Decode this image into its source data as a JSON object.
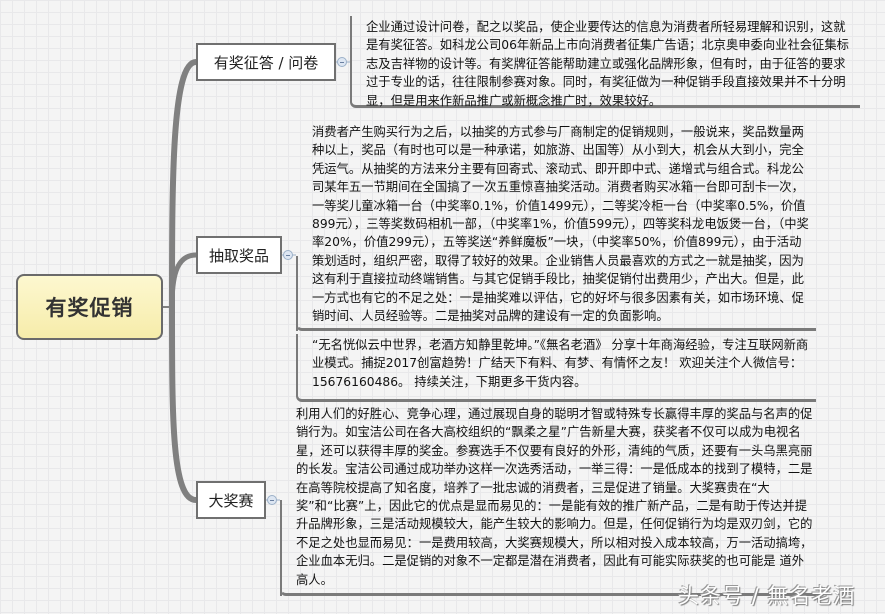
{
  "mindmap": {
    "root": {
      "label": "有奖促销",
      "fill_color": "#f8f0b8",
      "border_color": "#6a6a6a"
    },
    "branches": [
      {
        "label": "有奖征答 / 问卷",
        "notes": [
          "企业通过设计问卷，配之以奖品，使企业要传达的信息为消费者所轻易理解和识别，这就是有奖征答。如科龙公司06年新品上市向消费者征集广告语；北京奥申委向业社会征集标志及吉祥物的设计等。有奖牌征答能帮助建立或强化品牌形象，但有时，由于征答的要求过于专业的话，往往限制参赛对象。同时，有奖征做为一种促销手段直接效果并不十分明显，但是用来作新品推广或新概念推广时，效果较好。"
        ]
      },
      {
        "label": "抽取奖品",
        "notes": [
          "消费者产生购买行为之后，以抽奖的方式参与厂商制定的促销规则，一般说来，奖品数量两种以上，奖品（有时也可以是一种承诺，如旅游、出国等）从小到大，机会从大到小，完全凭运气。从抽奖的方法来分主要有回寄式、滚动式、即开即中式、递增式与组合式。科龙公司某年五一节期间在全国搞了一次五重惊喜抽奖活动。消费者购买冰箱一台即可刮卡一次，一等奖儿童冰箱一台（中奖率0.1%，价值1499元），二等奖冷柜一台（中奖率0.5%，价值899元），三等奖数码相机一部，（中奖率1%，价值599元），四等奖科龙电饭煲一台，（中奖率20%，价值299元），五等奖送“养鲜魔板”一块，（中奖率50%，价值899元），由于活动策划适时，组织严密，取得了较好的效果。企业销售人员最喜欢的方式之一就是抽奖，因为这有利于直接拉动终端销售。与其它促销手段比，抽奖促销付出费用少，产出大。但是，此一方式也有它的不足之处：一是抽奖难以评估，它的好坏与很多因素有关，如市场环境、促销时间、人员经验等。二是抽奖对品牌的建设有一定的负面影响。",
          "“无名恍似云中世界，老酒方知静里乾坤。”《無名老酒》 分享十年商海经验，专注互联网新商业模式。捕捉2017创富趋势！广结天下有料、有梦、有情怀之友！ 欢迎关注个人微信号：15676160486。 持续关注，下期更多干货内容。"
        ]
      },
      {
        "label": "大奖赛",
        "notes": [
          "利用人们的好胜心、竞争心理，通过展现自身的聪明才智或特殊专长赢得丰厚的奖品与名声的促销行为。如宝洁公司在各大高校组织的“飘柔之星”广告新星大赛，获奖者不仅可以成为电视名星，还可以获得丰厚的奖金。参赛选手不仅要有良好的外形，清纯的气质，还要有一头乌黑亮丽的长发。宝洁公司通过成功举办这样一次选秀活动，一举三得：一是低成本的找到了模特，二是在高等院校提高了知名度，培养了一批忠诚的消费者，三是促进了销量。大奖赛贵在“大奖”和“比赛”上，因此它的优点是显而易见的：一是能有效的推广新产品，二是有助于传达并提升品牌形象，三是活动规模较大，能产生较大的影响力。但是，任何促销行为均是双刃剑，它的不足之处也显而易见：一是费用较高，大奖赛规模大，所以相对投入成本较高，万一活动搞垮，企业血本无归。二是促销的对象不一定都是潜在消费者，因此有可能实际获奖的也可能是 道外高人。"
        ]
      }
    ],
    "connector_color": "#7a7a7a",
    "collapse_icon": "minus-circle-icon"
  },
  "watermark": "头条号 / 無名老酒"
}
